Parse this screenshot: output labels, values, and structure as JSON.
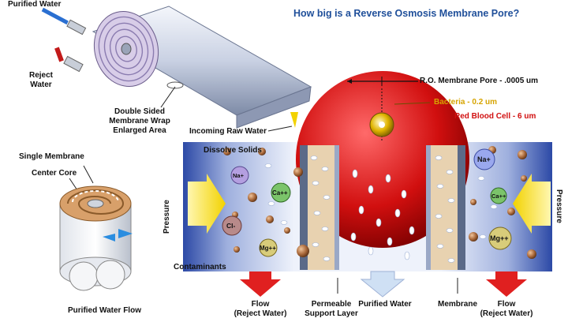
{
  "title": "How big is a Reverse Osmosis Membrane Pore?",
  "top_labels": {
    "purified_water": "Purified Water",
    "reject_water_1": "Reject",
    "reject_water_2": "Water",
    "wrap_1": "Double Sided",
    "wrap_2": "Membrane Wrap",
    "wrap_3": "Enlarged Area",
    "incoming": "Incoming Raw Water"
  },
  "left_labels": {
    "single_membrane": "Single Membrane",
    "center_core": "Center Core",
    "purified_flow": "Purified Water Flow"
  },
  "scale_labels": {
    "pore": "R.O. Membrane Pore - .0005 um",
    "bacteria": "Bacteria - 0.2 um",
    "rbc": "Red Blood Cell - 6 um"
  },
  "colors": {
    "title": "#1f4f9a",
    "bacteria": "#d6a400",
    "rbc": "#d10f0f"
  },
  "ions": {
    "na": "Na+",
    "ca": "Ca++",
    "cl": "Cl-",
    "mg": "Mg++"
  },
  "panel_labels": {
    "dissolve_solids": "Dissolve Solids",
    "contaminants": "Contaminants",
    "pressure_left": "Pressure",
    "pressure_right": "Pressure"
  },
  "bottom_labels": {
    "flow_left_1": "Flow",
    "flow_left_2": "(Reject Water)",
    "permeable_1": "Permeable",
    "permeable_2": "Support Layer",
    "purified": "Purified Water",
    "membrane": "Membrane",
    "flow_right_1": "Flow",
    "flow_right_2": "(Reject Water)"
  }
}
